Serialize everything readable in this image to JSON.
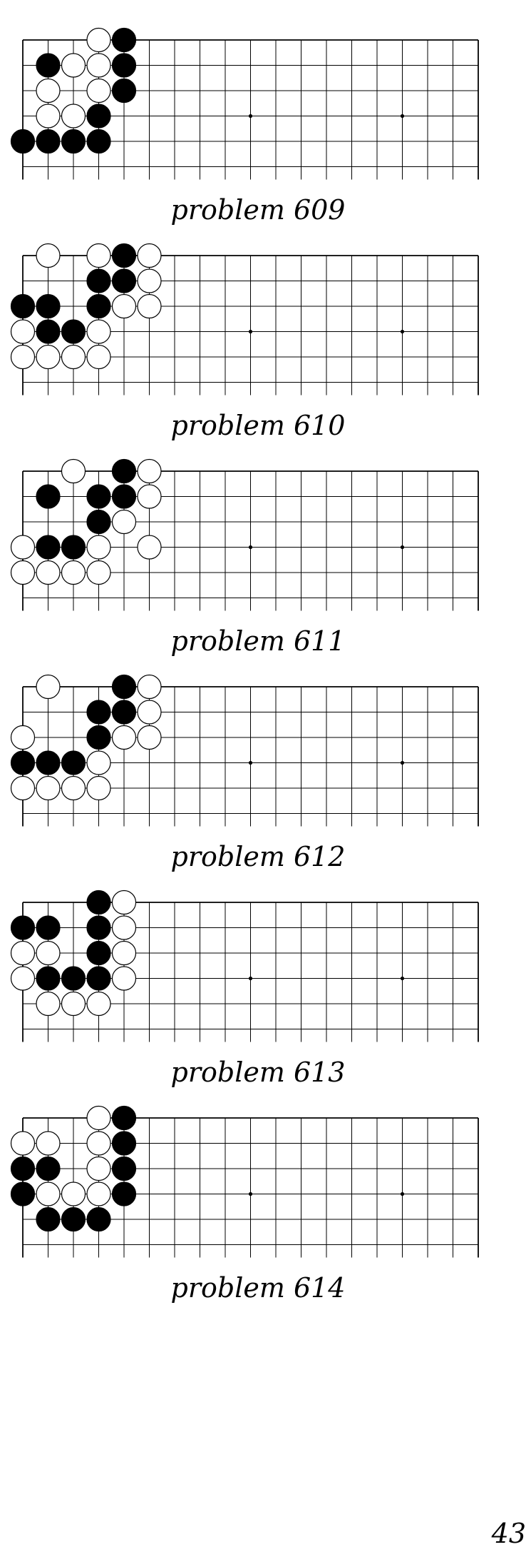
{
  "board": {
    "columns": 19,
    "visible_rows": 6,
    "star_points": [
      [
        9,
        3
      ],
      [
        15,
        3
      ]
    ]
  },
  "problems": [
    {
      "caption": "problem 609",
      "black": [
        [
          4,
          0
        ],
        [
          1,
          1
        ],
        [
          4,
          1
        ],
        [
          4,
          2
        ],
        [
          3,
          3
        ],
        [
          0,
          4
        ],
        [
          1,
          4
        ],
        [
          2,
          4
        ],
        [
          3,
          4
        ]
      ],
      "white": [
        [
          3,
          0
        ],
        [
          2,
          1
        ],
        [
          3,
          1
        ],
        [
          1,
          2
        ],
        [
          3,
          2
        ],
        [
          1,
          3
        ],
        [
          2,
          3
        ]
      ]
    },
    {
      "caption": "problem 610",
      "black": [
        [
          4,
          0
        ],
        [
          3,
          1
        ],
        [
          4,
          1
        ],
        [
          0,
          2
        ],
        [
          1,
          2
        ],
        [
          3,
          2
        ],
        [
          1,
          3
        ],
        [
          2,
          3
        ]
      ],
      "white": [
        [
          1,
          0
        ],
        [
          3,
          0
        ],
        [
          5,
          0
        ],
        [
          5,
          1
        ],
        [
          4,
          2
        ],
        [
          5,
          2
        ],
        [
          0,
          3
        ],
        [
          3,
          3
        ],
        [
          0,
          4
        ],
        [
          1,
          4
        ],
        [
          2,
          4
        ],
        [
          3,
          4
        ]
      ]
    },
    {
      "caption": "problem 611",
      "black": [
        [
          4,
          0
        ],
        [
          1,
          1
        ],
        [
          3,
          1
        ],
        [
          4,
          1
        ],
        [
          3,
          2
        ],
        [
          1,
          3
        ],
        [
          2,
          3
        ]
      ],
      "white": [
        [
          2,
          0
        ],
        [
          5,
          0
        ],
        [
          5,
          1
        ],
        [
          4,
          2
        ],
        [
          0,
          3
        ],
        [
          3,
          3
        ],
        [
          5,
          3
        ],
        [
          0,
          4
        ],
        [
          1,
          4
        ],
        [
          2,
          4
        ],
        [
          3,
          4
        ]
      ]
    },
    {
      "caption": "problem 612",
      "black": [
        [
          4,
          0
        ],
        [
          3,
          1
        ],
        [
          4,
          1
        ],
        [
          3,
          2
        ],
        [
          0,
          3
        ],
        [
          1,
          3
        ],
        [
          2,
          3
        ]
      ],
      "white": [
        [
          1,
          0
        ],
        [
          5,
          0
        ],
        [
          5,
          1
        ],
        [
          0,
          2
        ],
        [
          4,
          2
        ],
        [
          5,
          2
        ],
        [
          3,
          3
        ],
        [
          0,
          4
        ],
        [
          1,
          4
        ],
        [
          2,
          4
        ],
        [
          3,
          4
        ]
      ]
    },
    {
      "caption": "problem 613",
      "black": [
        [
          3,
          0
        ],
        [
          0,
          1
        ],
        [
          1,
          1
        ],
        [
          3,
          1
        ],
        [
          3,
          2
        ],
        [
          1,
          3
        ],
        [
          2,
          3
        ],
        [
          3,
          3
        ]
      ],
      "white": [
        [
          4,
          0
        ],
        [
          4,
          1
        ],
        [
          0,
          2
        ],
        [
          1,
          2
        ],
        [
          4,
          2
        ],
        [
          0,
          3
        ],
        [
          4,
          3
        ],
        [
          1,
          4
        ],
        [
          2,
          4
        ],
        [
          3,
          4
        ]
      ]
    },
    {
      "caption": "problem 614",
      "black": [
        [
          4,
          0
        ],
        [
          4,
          1
        ],
        [
          0,
          2
        ],
        [
          1,
          2
        ],
        [
          4,
          2
        ],
        [
          0,
          3
        ],
        [
          4,
          3
        ],
        [
          1,
          4
        ],
        [
          2,
          4
        ],
        [
          3,
          4
        ]
      ],
      "white": [
        [
          3,
          0
        ],
        [
          0,
          1
        ],
        [
          1,
          1
        ],
        [
          3,
          1
        ],
        [
          3,
          2
        ],
        [
          1,
          3
        ],
        [
          2,
          3
        ],
        [
          3,
          3
        ]
      ]
    }
  ],
  "page_number": "43"
}
